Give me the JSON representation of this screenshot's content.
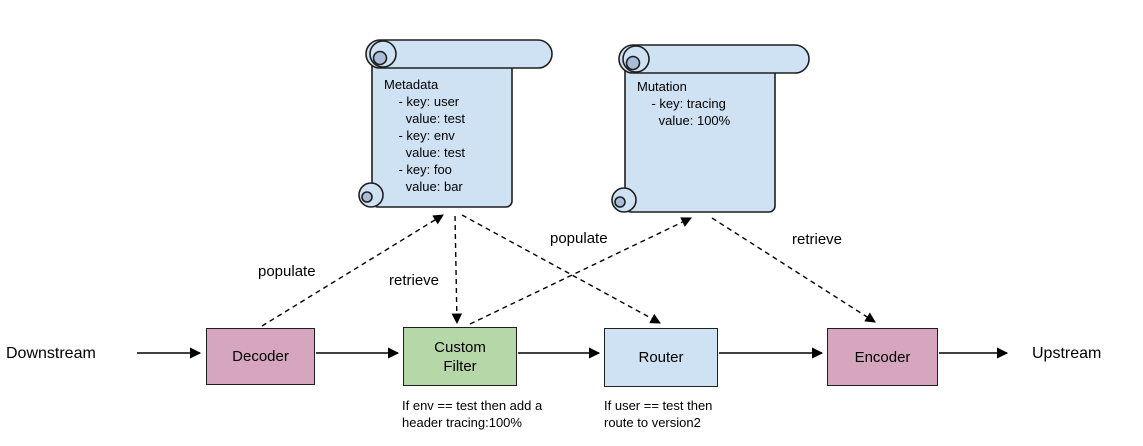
{
  "diagram": {
    "title": "proxy filter chain with metadata and mutation scrolls",
    "colors": {
      "pink_node": "#d5a6bd",
      "green_node": "#b6d7a8",
      "blue_node": "#cfe2f3",
      "scroll_fill": "#cfe2f3",
      "scroll_shade": "#a9bed6",
      "stroke": "#1f1f1f"
    },
    "endpoints": {
      "downstream": "Downstream",
      "upstream": "Upstream"
    },
    "nodes": [
      {
        "id": "decoder",
        "label": "Decoder"
      },
      {
        "id": "custom-filter",
        "label": "Custom\nFilter",
        "note": "If env == test then add a\nheader tracing:100%"
      },
      {
        "id": "router",
        "label": "Router",
        "note": "If user == test then\nroute to version2"
      },
      {
        "id": "encoder",
        "label": "Encoder"
      }
    ],
    "scrolls": [
      {
        "id": "metadata",
        "text": "Metadata\n    - key: user\n      value: test\n    - key: env\n      value: test\n    - key: foo\n      value: bar"
      },
      {
        "id": "mutation",
        "text": "Mutation\n    - key: tracing\n      value: 100%"
      }
    ],
    "edge_labels": [
      {
        "id": "populate-left",
        "label": "populate"
      },
      {
        "id": "retrieve-left",
        "label": "retrieve"
      },
      {
        "id": "populate-right",
        "label": "populate"
      },
      {
        "id": "retrieve-right",
        "label": "retrieve"
      }
    ]
  }
}
